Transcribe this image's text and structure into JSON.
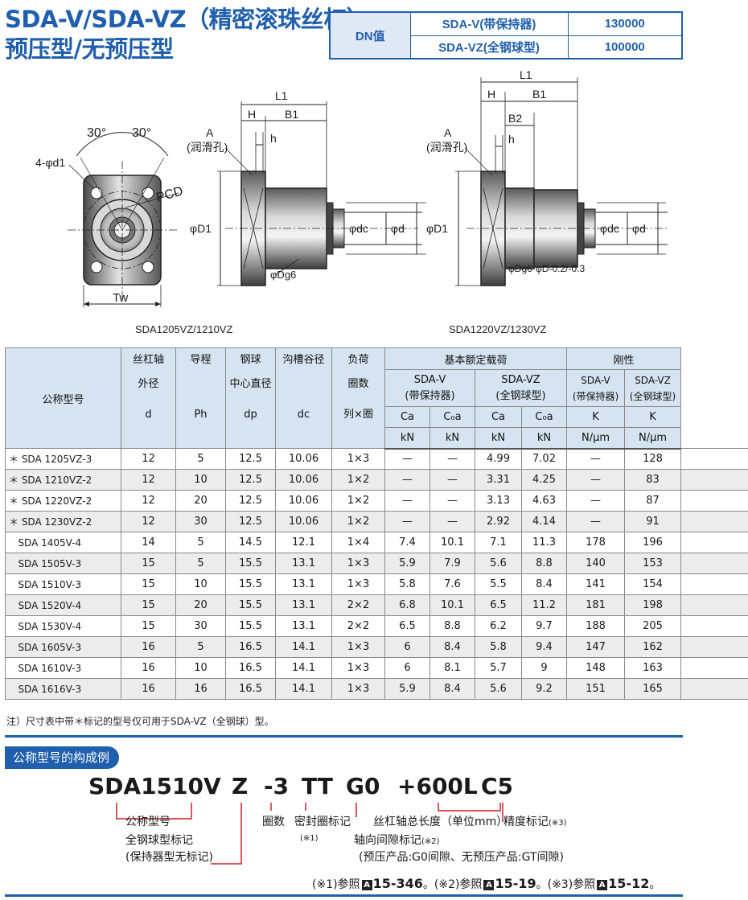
{
  "header": {
    "title_line1": "SDA-V/SDA-VZ（精密滚珠丝杠）",
    "title_line2": "预压型/无预压型",
    "dn_label": "DN值",
    "dn_rows": [
      {
        "type": "SDA-V(带保持器)",
        "value": "130000"
      },
      {
        "type": "SDA-VZ(全钢球型)",
        "value": "100000"
      }
    ]
  },
  "drawings": {
    "left_caption": "SDA1205VZ/1210VZ",
    "right_caption": "SDA1220VZ/1230VZ",
    "labels": {
      "angle": "30°",
      "holes": "4-φd1",
      "pcd": "PCD",
      "tw": "Tw",
      "a": "A",
      "lube": "(润滑孔)",
      "h_upper": "H",
      "h_lower": "h",
      "b1": "B1",
      "b2": "B2",
      "l1": "L1",
      "d1": "φD1",
      "dc": "φdc",
      "d": "φd",
      "dg6": "φDg6",
      "d_tol": "φD-0.2/-0.3"
    }
  },
  "spec_table": {
    "headers": {
      "model": "公称型号",
      "d_top": "丝杠轴",
      "d_mid": "外径",
      "d_unit": "d",
      "ph_top": "导程",
      "ph_unit": "Ph",
      "dp_top": "钢球",
      "dp_mid": "中心直径",
      "dp_unit": "dp",
      "dc_top": "沟槽谷径",
      "dc_unit": "dc",
      "load_top": "负荷",
      "load_mid": "圈数",
      "load_unit": "列×圈",
      "rated": "基本额定载荷",
      "rigidity": "刚性",
      "sdav": "SDA-V",
      "sdav_sub": "(带保持器)",
      "sdavz": "SDA-VZ",
      "sdavz_sub": "(全钢球型)",
      "ca": "Ca",
      "c0a": "C₀a",
      "kn": "kN",
      "k": "K",
      "kunit": "N/μm"
    },
    "rows": [
      [
        "＊ SDA 1205VZ-3",
        "12",
        "5",
        "12.5",
        "10.06",
        "1×3",
        "—",
        "—",
        "4.99",
        "7.02",
        "—",
        "128"
      ],
      [
        "＊ SDA 1210VZ-2",
        "12",
        "10",
        "12.5",
        "10.06",
        "1×2",
        "—",
        "—",
        "3.31",
        "4.25",
        "—",
        "83"
      ],
      [
        "＊ SDA 1220VZ-2",
        "12",
        "20",
        "12.5",
        "10.06",
        "1×2",
        "—",
        "—",
        "3.13",
        "4.63",
        "—",
        "87"
      ],
      [
        "＊ SDA 1230VZ-2",
        "12",
        "30",
        "12.5",
        "10.06",
        "1×2",
        "—",
        "—",
        "2.92",
        "4.14",
        "—",
        "91"
      ],
      [
        "   SDA 1405V-4",
        "14",
        "5",
        "14.5",
        "12.1",
        "1×4",
        "7.4",
        "10.1",
        "7.1",
        "11.3",
        "178",
        "196"
      ],
      [
        "   SDA 1505V-3",
        "15",
        "5",
        "15.5",
        "13.1",
        "1×3",
        "5.9",
        "7.9",
        "5.6",
        "8.8",
        "140",
        "153"
      ],
      [
        "   SDA 1510V-3",
        "15",
        "10",
        "15.5",
        "13.1",
        "1×3",
        "5.8",
        "7.6",
        "5.5",
        "8.4",
        "141",
        "154"
      ],
      [
        "   SDA 1520V-4",
        "15",
        "20",
        "15.5",
        "13.1",
        "2×2",
        "6.8",
        "10.1",
        "6.5",
        "11.2",
        "181",
        "198"
      ],
      [
        "   SDA 1530V-4",
        "15",
        "30",
        "15.5",
        "13.1",
        "2×2",
        "6.5",
        "8.8",
        "6.2",
        "9.7",
        "188",
        "205"
      ],
      [
        "   SDA 1605V-3",
        "16",
        "5",
        "16.5",
        "14.1",
        "1×3",
        "6",
        "8.4",
        "5.8",
        "9.4",
        "147",
        "162"
      ],
      [
        "   SDA 1610V-3",
        "16",
        "10",
        "16.5",
        "14.1",
        "1×3",
        "6",
        "8.1",
        "5.7",
        "9",
        "148",
        "163"
      ],
      [
        "   SDA 1616V-3",
        "16",
        "16",
        "16.5",
        "14.1",
        "1×3",
        "5.9",
        "8.4",
        "5.6",
        "9.2",
        "151",
        "165"
      ]
    ]
  },
  "note": "注）尺寸表中带＊标记的型号仅可用于SDA-VZ（全钢球）型。",
  "model_code": {
    "section_title": "公称型号的构成例",
    "parts": [
      "SDA1510V",
      "Z",
      "-3",
      "TT",
      "G0",
      "+600L",
      "C5"
    ],
    "exp_model": "公称型号",
    "exp_full_ball": "全钢球型标记",
    "exp_full_ball_note": "(保持器型无标记)",
    "exp_turns": "圈数",
    "exp_seal": "密封圈标记",
    "exp_seal_ref": "(※1)",
    "exp_length": "丝杠轴总长度（单位mm）",
    "exp_accuracy": "精度标记",
    "exp_accuracy_ref": "(※3)",
    "exp_clearance": "轴向间隙标记",
    "exp_clearance_ref": "(※2)",
    "exp_clearance_note": "(预压产品:G0间隙、无预压产品:GT间隙)"
  },
  "references": {
    "ref1_prefix": "(※1)参照",
    "ref1_page": "15-346",
    "ref2_prefix": "。(※2)参照",
    "ref2_page": "15-19",
    "ref3_prefix": "。(※3)参照",
    "ref3_page": "15-12",
    "end": "。",
    "box": "A"
  }
}
